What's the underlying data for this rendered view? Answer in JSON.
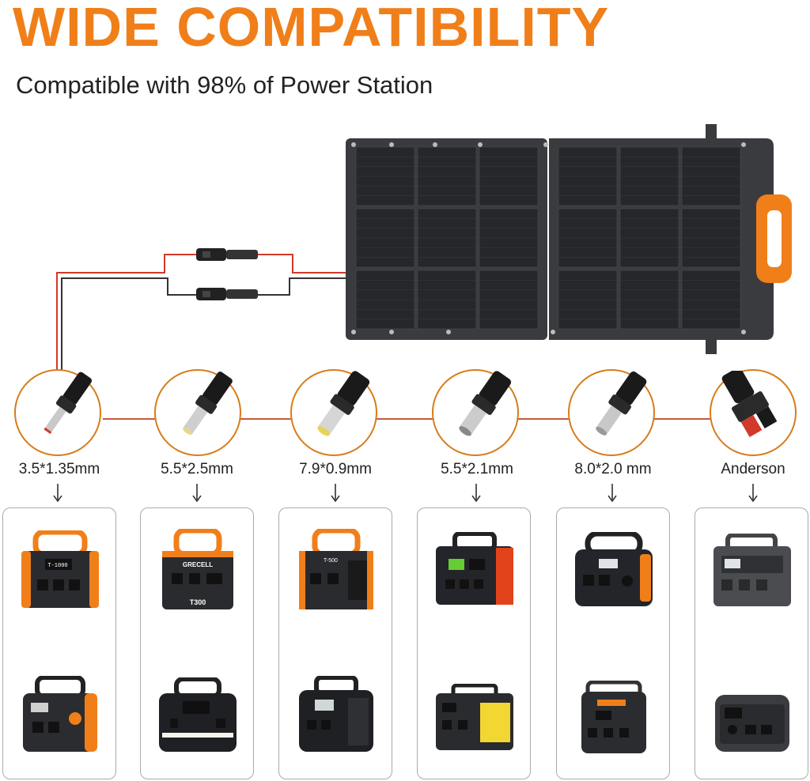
{
  "headline": "WIDE COMPATIBILITY",
  "subheadline": "Compatible with 98% of Power Station",
  "colors": {
    "accent": "#f07f1a",
    "panel": "#3a3b3e",
    "cell": "#24262a",
    "wire_red": "#d1392b"
  },
  "connectors": [
    {
      "label": "3.5*1.35mm",
      "icon": "dc-plug-icon"
    },
    {
      "label": "5.5*2.5mm",
      "icon": "dc-plug-icon"
    },
    {
      "label": "7.9*0.9mm",
      "icon": "dc-plug-icon"
    },
    {
      "label": "5.5*2.1mm",
      "icon": "dc-plug-icon"
    },
    {
      "label": "8.0*2.0 mm",
      "icon": "dc-plug-icon"
    },
    {
      "label": "Anderson",
      "icon": "anderson-plug-icon"
    }
  ],
  "stations": [
    {
      "top": {
        "brand": "T-1000",
        "model": ""
      },
      "bottom": {
        "brand": "",
        "model": ""
      }
    },
    {
      "top": {
        "brand": "GRECELL",
        "model": "T300"
      },
      "bottom": {
        "brand": "",
        "model": ""
      }
    },
    {
      "top": {
        "brand": "T-500",
        "model": ""
      },
      "bottom": {
        "brand": "",
        "model": ""
      }
    },
    {
      "top": {
        "brand": "",
        "model": ""
      },
      "bottom": {
        "brand": "",
        "model": ""
      }
    },
    {
      "top": {
        "brand": "",
        "model": ""
      },
      "bottom": {
        "brand": "",
        "model": ""
      }
    },
    {
      "top": {
        "brand": "",
        "model": ""
      },
      "bottom": {
        "brand": "",
        "model": ""
      }
    }
  ]
}
